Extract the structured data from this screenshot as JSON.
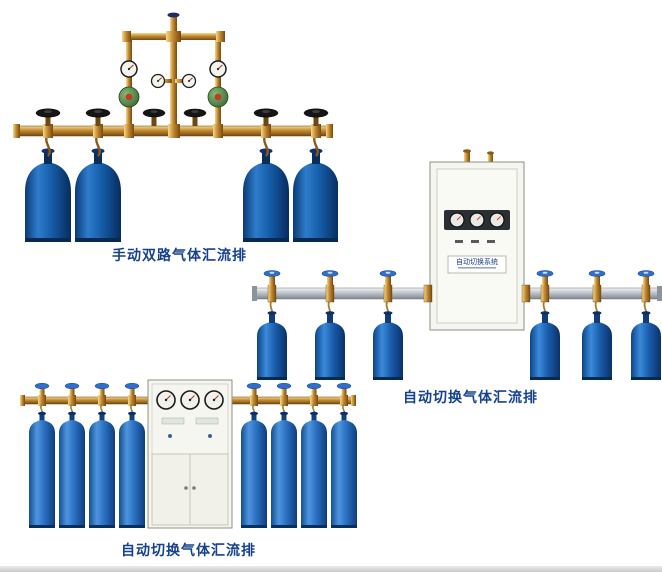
{
  "page": {
    "background_color": "#ffffff",
    "bottom_strip_color": "#d9d9d9"
  },
  "products": [
    {
      "id": "manual-dual-manifold",
      "caption": "手动双路气体汇流排",
      "cylinders": 4
    },
    {
      "id": "auto-switch-manifold-wall-cabinet",
      "caption": "自动切换气体汇流排",
      "cylinders": 6
    },
    {
      "id": "auto-switch-manifold-floor-cabinet",
      "caption": "自动切换气体汇流排",
      "cylinders": 8
    }
  ],
  "cabinet": {
    "label": "自动切换系统"
  },
  "colors": {
    "caption_text": "#16418c",
    "cylinder_blue": "#1760ad",
    "brass_pipe": "#c28a33",
    "silver_pipe": "#b8bec4",
    "cabinet_body": "#f6f6f1",
    "valve_cap_blue": "#2e6fce"
  }
}
